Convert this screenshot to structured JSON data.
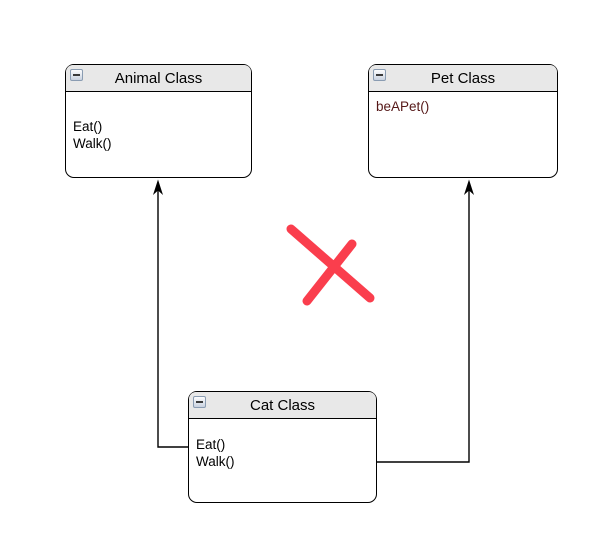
{
  "diagram": {
    "classes": [
      {
        "title": "Animal Class",
        "methods": [
          "Eat()",
          "Walk()"
        ]
      },
      {
        "title": "Pet Class",
        "methods": [
          "beAPet()"
        ]
      },
      {
        "title": "Cat Class",
        "methods": [
          "Eat()",
          "Walk()"
        ]
      }
    ],
    "relations": [
      {
        "from": "Cat Class",
        "to": "Animal Class",
        "type": "arrow"
      },
      {
        "from": "Cat Class",
        "to": "Pet Class",
        "type": "arrow"
      }
    ],
    "annotations": [
      {
        "type": "red-cross",
        "meaning": "crossed-out / not-allowed mark between the two arrows"
      }
    ],
    "icons": {
      "collapse": "minus-square-icon"
    }
  },
  "colors": {
    "canvas-bg": "#ffffff",
    "box-border": "#000000",
    "header-fill": "#e8e8e8",
    "pet-method-text": "#551717",
    "cross-red": "#fa3e4d"
  }
}
